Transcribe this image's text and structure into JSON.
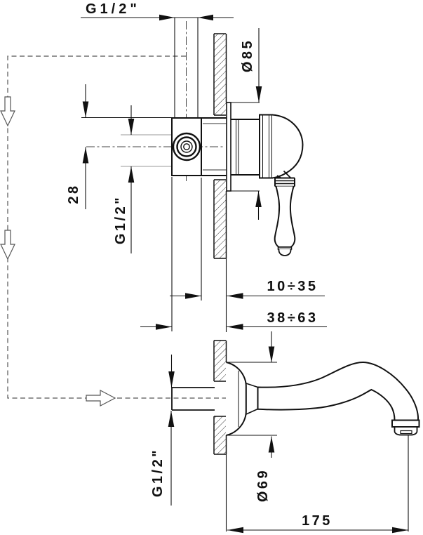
{
  "colors": {
    "line": "#111111",
    "background": "#ffffff",
    "phantom_pipe": "#888888"
  },
  "labels": {
    "top_thread": "G1/2\"",
    "flange_diameter": "Ø85",
    "center_offset": "28",
    "side_thread": "G1/2\"",
    "plaster_depth_range": "10÷35",
    "installation_depth_range": "38÷63",
    "inlet_thread": "G1/2\"",
    "escutcheon_diameter": "Ø69",
    "spout_reach": "175"
  }
}
